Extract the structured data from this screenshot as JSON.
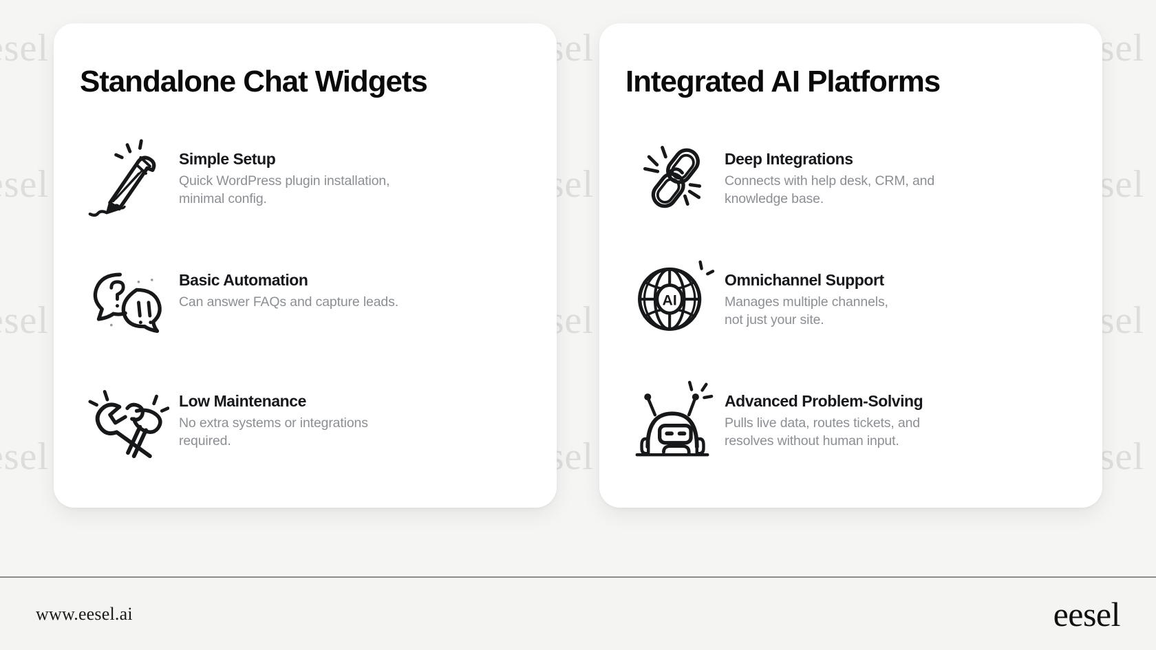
{
  "background": {
    "page_color": "#f5f5f3",
    "card_color": "#ffffff",
    "watermark_text": "eesel",
    "watermark_color": "#d9d9d7"
  },
  "cards": [
    {
      "title": "Standalone Chat Widgets",
      "features": [
        {
          "icon": "pencil-icon",
          "title": "Simple Setup",
          "desc": "Quick WordPress plugin installation,\nminimal config."
        },
        {
          "icon": "chat-bubbles-icon",
          "title": "Basic Automation",
          "desc": "Can answer FAQs and capture leads."
        },
        {
          "icon": "wrench-hammer-icon",
          "title": "Low Maintenance",
          "desc": "No extra systems or integrations\nrequired."
        }
      ]
    },
    {
      "title": "Integrated AI Platforms",
      "features": [
        {
          "icon": "chain-link-icon",
          "title": "Deep Integrations",
          "desc": "Connects with help desk, CRM, and\nknowledge base."
        },
        {
          "icon": "globe-ai-icon",
          "title": "Omnichannel Support",
          "desc": "Manages multiple channels,\nnot just your site."
        },
        {
          "icon": "robot-icon",
          "title": "Advanced Problem-Solving",
          "desc": "Pulls live data, routes tickets, and\nresolves without human input."
        }
      ]
    }
  ],
  "globe_icon_label": "AI",
  "footer": {
    "url": "www.eesel.ai",
    "logo": "eesel"
  }
}
